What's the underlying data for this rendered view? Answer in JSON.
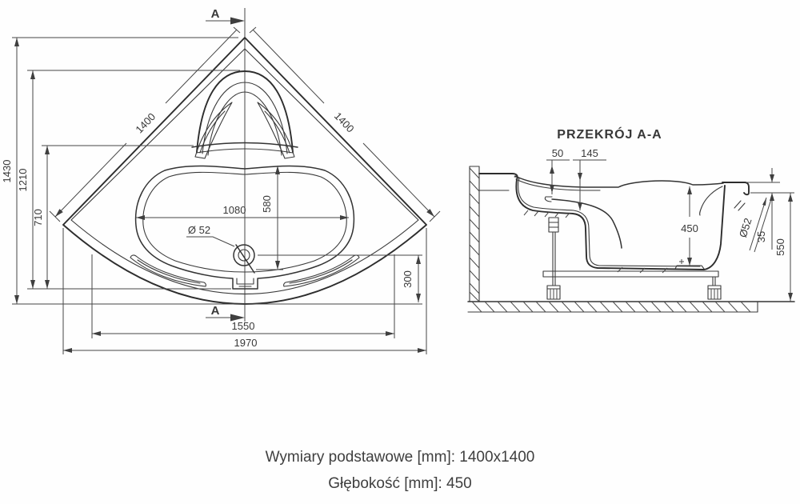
{
  "plan": {
    "marker_top": "A",
    "marker_bottom": "A",
    "dims": {
      "height_total": "1430",
      "height_inner": "1210",
      "height_seat": "710",
      "edge_left": "1400",
      "edge_right": "1400",
      "basin_width": "1080",
      "basin_height": "580",
      "drain": "Ø 52",
      "front_offset": "300",
      "apron_width": "1550",
      "total_width": "1970"
    }
  },
  "section": {
    "title": "PRZEKRÓJ A-A",
    "dims": {
      "rim_drop": "50",
      "seat_depth": "145",
      "depth": "450",
      "overflow": "Ø52",
      "rim_lip": "35",
      "total_height": "550"
    }
  },
  "captions": {
    "line1": "Wymiary podstawowe [mm]: 1400x1400",
    "line2": "Głębokość [mm]: 450"
  },
  "colors": {
    "line": "#3a3a3a",
    "background": "#fefefe"
  }
}
